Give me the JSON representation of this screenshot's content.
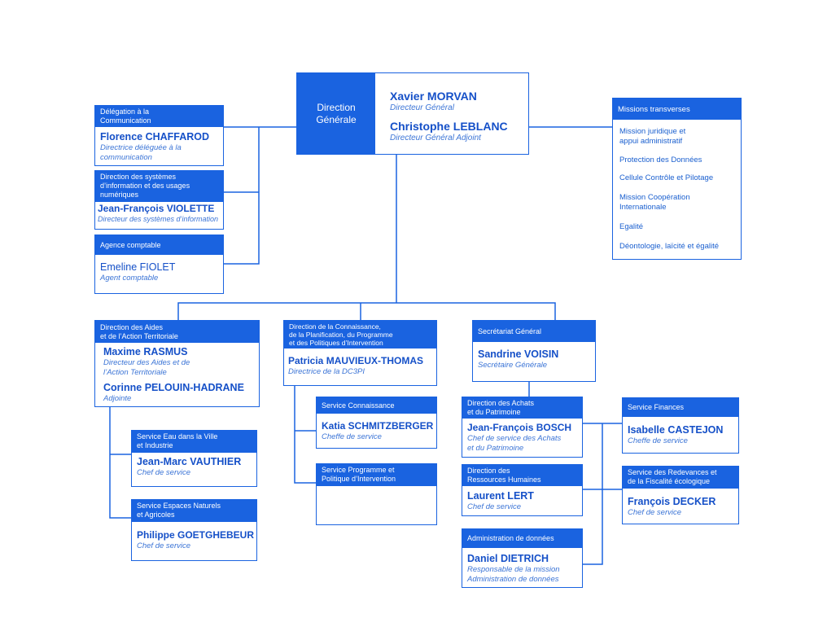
{
  "colors": {
    "brand": "#1a63e0",
    "text": "#1550c8"
  },
  "direction_generale": {
    "label": "Direction\nGénérale",
    "people": [
      {
        "name": "Xavier MORVAN",
        "role": "Directeur Général"
      },
      {
        "name": "Christophe LEBLANC",
        "role": "Directeur Général Adjoint"
      }
    ]
  },
  "missions": {
    "title": "Missions transverses",
    "items": [
      "Mission juridique et\nappui administratif",
      "Protection des Données",
      "Cellule Contrôle et Pilotage",
      "Mission Coopération\nInternationale",
      "Egalité",
      "Déontologie, laïcité et égalité"
    ]
  },
  "left_units": [
    {
      "header": "Délégation à la\nCommunication",
      "name": "Florence CHAFFAROD",
      "role": "Directrice déléguée à la\ncommunication"
    },
    {
      "header": "Direction des systèmes\nd’information et des usages\nnumériques",
      "name": "Jean-François VIOLETTE",
      "role": "Directeur des systèmes d’information"
    },
    {
      "header": "Agence comptable",
      "name": "Emeline FIOLET",
      "role": "Agent comptable"
    }
  ],
  "aides": {
    "header": "Direction des Aides\net de l’Action Territoriale",
    "people": [
      {
        "name": "Maxime RASMUS",
        "role": "Directeur des Aides et de\nl’Action Territoriale"
      },
      {
        "name": "Corinne PELOUIN-HADRANE",
        "role": "Adjointe"
      }
    ],
    "services": [
      {
        "header": "Service Eau dans la Ville\net Industrie",
        "name": "Jean-Marc VAUTHIER",
        "role": "Chef de service"
      },
      {
        "header": "Service Espaces Naturels\net Agricoles",
        "name": "Philippe GOETGHEBEUR",
        "role": "Chef de service"
      }
    ]
  },
  "connaissance": {
    "header": "Direction de la Connaissance,\nde la Planification, du Programme\net des Politiques d’Intervention",
    "name": "Patricia MAUVIEUX-THOMAS",
    "role": "Directrice de la DC3PI",
    "services": [
      {
        "header": "Service Connaissance",
        "name": "Katia SCHMITZBERGER",
        "role": "Cheffe de service"
      },
      {
        "header": "Service Programme et\nPolitique d’Intervention",
        "name": "",
        "role": ""
      }
    ]
  },
  "secretariat": {
    "header": "Secrétariat Général",
    "name": "Sandrine VOISIN",
    "role": "Secrétaire Générale",
    "directions": [
      {
        "header": "Direction des Achats\net du Patrimoine",
        "name": "Jean-François BOSCH",
        "role": "Chef de service des Achats\net du Patrimoine"
      },
      {
        "header": "Direction des\nRessources Humaines",
        "name": "Laurent LERT",
        "role": "Chef de service"
      },
      {
        "header": "Administration de données",
        "name": "Daniel DIETRICH",
        "role": "Responsable de la mission\nAdministration de données"
      }
    ],
    "services": [
      {
        "header": "Service Finances",
        "name": "Isabelle CASTEJON",
        "role": "Cheffe de service"
      },
      {
        "header": "Service des Redevances et\nde la Fiscalité écologique",
        "name": "François DECKER",
        "role": "Chef de service"
      }
    ]
  }
}
